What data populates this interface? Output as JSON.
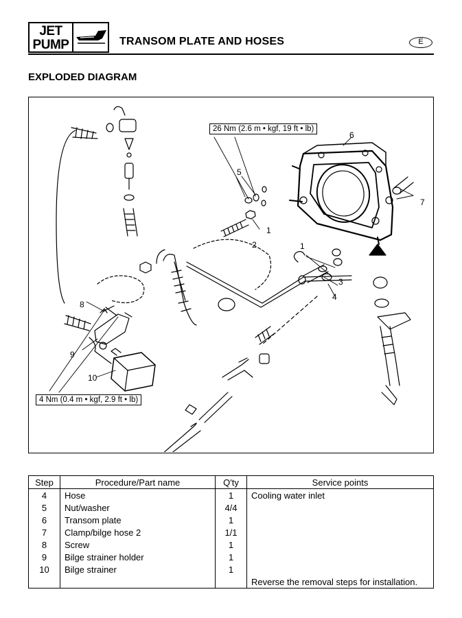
{
  "header": {
    "logo_line1": "JET",
    "logo_line2": "PUMP",
    "title": "TRANSOM PLATE AND HOSES",
    "language_badge": "E"
  },
  "section_title": "EXPLODED DIAGRAM",
  "diagram": {
    "torque_upper": "26 Nm (2.6 m • kgf, 19 ft • lb)",
    "torque_lower": "4 Nm (0.4 m • kgf, 2.9 ft • lb)",
    "callouts": [
      "1",
      "1",
      "2",
      "3",
      "4",
      "5",
      "6",
      "7",
      "8",
      "9",
      "10"
    ]
  },
  "table": {
    "headers": [
      "Step",
      "Procedure/Part name",
      "Q'ty",
      "Service points"
    ],
    "rows": [
      {
        "step": "4",
        "name": "Hose",
        "qty": "1",
        "service": "Cooling water inlet"
      },
      {
        "step": "5",
        "name": "Nut/washer",
        "qty": "4/4",
        "service": ""
      },
      {
        "step": "6",
        "name": "Transom plate",
        "qty": "1",
        "service": ""
      },
      {
        "step": "7",
        "name": "Clamp/bilge hose 2",
        "qty": "1/1",
        "service": ""
      },
      {
        "step": "8",
        "name": "Screw",
        "qty": "1",
        "service": ""
      },
      {
        "step": "9",
        "name": "Bilge strainer holder",
        "qty": "1",
        "service": ""
      },
      {
        "step": "10",
        "name": "Bilge strainer",
        "qty": "1",
        "service": ""
      },
      {
        "step": "",
        "name": "",
        "qty": "",
        "service": "Reverse the removal steps for installation."
      }
    ]
  }
}
